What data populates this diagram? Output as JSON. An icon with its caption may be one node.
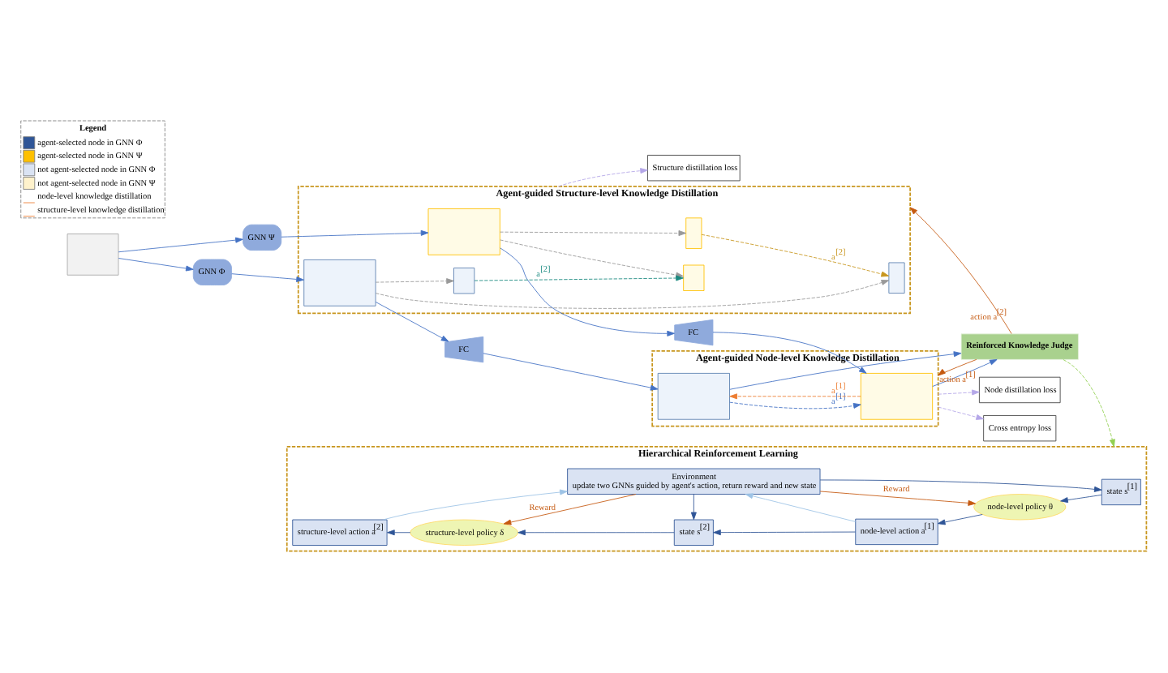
{
  "diagram": {
    "nodes": [
      {
        "text": [],
        "shape": "box"
      },
      {
        "text": [
          "GNN Φ"
        ]
      },
      {
        "text": [
          "GNN Ψ"
        ]
      },
      {
        "text": [
          "Agent-guided Structure-level Knowledge Distillation"
        ]
      },
      {
        "text": [],
        "shape": "box",
        "in": 3
      },
      {
        "text": [],
        "shape": "box",
        "in": 3
      },
      {
        "text": [],
        "shape": "box",
        "in": 3
      },
      {
        "text": [],
        "shape": "box",
        "in": 3
      },
      {
        "text": [],
        "shape": "box",
        "in": 3
      },
      {
        "text": [],
        "shape": "box",
        "in": 3
      },
      {
        "text": [
          "Structure distillation loss"
        ]
      },
      {
        "text": [
          "FC"
        ]
      },
      {
        "text": [
          "FC"
        ]
      },
      {
        "text": [
          "Agent-guided Node-level Knowledge Distillation"
        ]
      },
      {
        "text": [],
        "shape": "box",
        "in": 13
      },
      {
        "text": [],
        "shape": "box",
        "in": 13
      },
      {
        "text": [
          "Node distillation loss"
        ]
      },
      {
        "text": [
          "Cross entropy loss"
        ]
      },
      {
        "text": [
          "Reinforced Knowledge Judge"
        ]
      },
      {
        "text": [
          "Hierarchical Reinforcement Learning"
        ]
      },
      {
        "text": [
          "structure-level action a$^{[2]}$"
        ],
        "in": 19
      },
      {
        "text": [
          "structure-level policy δ"
        ],
        "in": 19
      },
      {
        "text": [
          "state s$^{[2]}$"
        ],
        "in": 19
      },
      {
        "text": [
          "node-level action a$^{[1]}$"
        ],
        "in": 19
      },
      {
        "text": [
          "node-level policy θ"
        ],
        "in": 19
      },
      {
        "text": [
          "state s$^{[1]}$"
        ],
        "in": 19
      },
      {
        "text": [
          "Environment",
          "update two GNNs guided by agent's action, return reward and new state"
        ],
        "in": 19
      }
    ],
    "edges": [
      {
        "from": 0,
        "to": 1,
        "arrow": "to"
      },
      {
        "from": 0,
        "to": 2,
        "arrow": "to"
      },
      {
        "from": 1,
        "to": 4,
        "arrow": "to"
      },
      {
        "from": 2,
        "to": 5,
        "arrow": "to"
      },
      {
        "from": 4,
        "to": 6,
        "arrow": "to",
        "style": "dashed",
        "color": "#999999"
      },
      {
        "from": 4,
        "to": 8,
        "arrow": "to",
        "style": "dashed",
        "color": "#999999"
      },
      {
        "from": 5,
        "to": 7,
        "arrow": "to",
        "style": "dashed",
        "color": "#999999"
      },
      {
        "from": 5,
        "to": 9,
        "arrow": "to",
        "style": "dashed",
        "color": "#999999"
      },
      {
        "from": 7,
        "to": 6,
        "arrow": "to",
        "label": "a$^{[2]}$",
        "style": "dashed",
        "color": "#c8961e"
      },
      {
        "from": 8,
        "to": 9,
        "arrow": "to",
        "label": "a$^{[2]}$",
        "style": "dashed",
        "color": "#1a8a80"
      },
      {
        "from": 3,
        "to": 10,
        "arrow": "to",
        "style": "dashed",
        "color": "#b4a7e8"
      },
      {
        "from": 4,
        "to": 11,
        "arrow": "to"
      },
      {
        "from": 5,
        "to": 12,
        "arrow": "to"
      },
      {
        "from": 11,
        "to": 14,
        "arrow": "to"
      },
      {
        "from": 12,
        "to": 15,
        "arrow": "to"
      },
      {
        "from": 14,
        "to": 15,
        "arrow": "to",
        "label": "a$^{[1]}$",
        "style": "dashed",
        "color": "#4472c4"
      },
      {
        "from": 15,
        "to": 14,
        "arrow": "to",
        "label": "a$^{[1]}$",
        "style": "dashed",
        "color": "#ed7d31"
      },
      {
        "from": 13,
        "to": 16,
        "arrow": "to",
        "style": "dashed",
        "color": "#b4a7e8"
      },
      {
        "from": 13,
        "to": 17,
        "arrow": "to",
        "style": "dashed",
        "color": "#b4a7e8"
      },
      {
        "from": 14,
        "to": 18,
        "arrow": "to"
      },
      {
        "from": 15,
        "to": 18,
        "arrow": "to"
      },
      {
        "from": 18,
        "to": 13,
        "arrow": "to",
        "label": "action a$^{[1]}$",
        "color": "#c55a11"
      },
      {
        "from": 18,
        "to": 3,
        "arrow": "to",
        "label": "action a$^{[2]}$",
        "color": "#c55a11"
      },
      {
        "from": 18,
        "to": 19,
        "arrow": "to",
        "style": "dashed",
        "color": "#92d050"
      },
      {
        "from": 25,
        "to": 24,
        "arrow": "to",
        "color": "#2f5597"
      },
      {
        "from": 24,
        "to": 23,
        "arrow": "to",
        "color": "#2f5597"
      },
      {
        "from": 23,
        "to": 22,
        "arrow": "to",
        "color": "#2f5597"
      },
      {
        "from": 22,
        "to": 21,
        "arrow": "to",
        "color": "#2f5597"
      },
      {
        "from": 21,
        "to": 20,
        "arrow": "to",
        "color": "#2f5597"
      },
      {
        "from": 20,
        "to": 26,
        "arrow": "to",
        "color": "#9dc3e6"
      },
      {
        "from": 23,
        "to": 26,
        "arrow": "to",
        "color": "#9dc3e6"
      },
      {
        "from": 26,
        "to": 22,
        "arrow": "to",
        "color": "#2f5597"
      },
      {
        "from": 26,
        "to": 25,
        "arrow": "to",
        "color": "#2f5597"
      },
      {
        "from": 26,
        "to": 21,
        "arrow": "to",
        "label": "Reward",
        "color": "#c55a11"
      },
      {
        "from": 26,
        "to": 24,
        "arrow": "to",
        "label": "Reward",
        "color": "#c55a11"
      }
    ],
    "labels": [
      "Legend"
    ],
    "legend": [
      {
        "text": "agent-selected node in GNN Φ",
        "color": "#2f5597"
      },
      {
        "text": "agent-selected node in GNN Ψ",
        "color": "#ffc000"
      },
      {
        "text": "not agent-selected node in GNN Φ",
        "color": "#dae3f3"
      },
      {
        "text": "not agent-selected node in GNN Ψ",
        "color": "#fff2cc"
      },
      {
        "text": "node-level knowledge distillation"
      },
      {
        "text": "structure-level knowledge distillation"
      }
    ]
  }
}
